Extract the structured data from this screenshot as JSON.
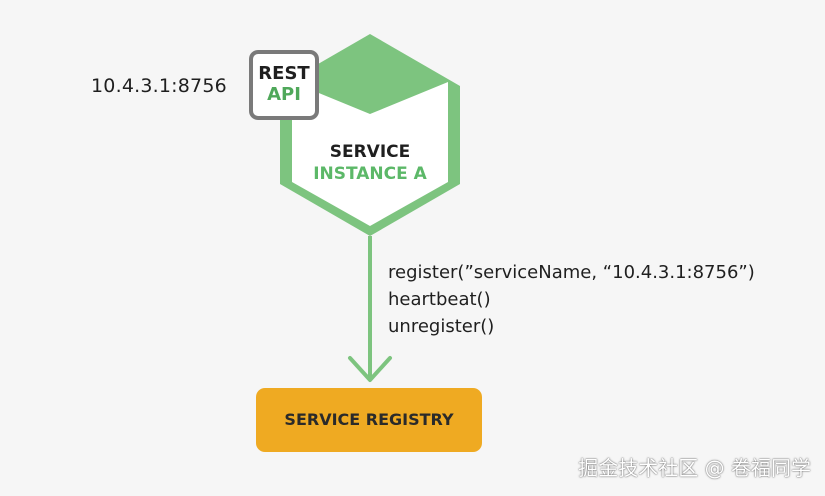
{
  "ip_label": "10.4.3.1:8756",
  "rest_api": {
    "line1": "REST",
    "line2": "API"
  },
  "service_instance": {
    "line1": "SERVICE",
    "line2": "INSTANCE A"
  },
  "calls": [
    "register(”serviceName, “10.4.3.1:8756”)",
    "heartbeat()",
    "unregister()"
  ],
  "registry_label": "SERVICE REGISTRY",
  "watermark": "掘金技术社区 @ 卷福同学",
  "colors": {
    "hex_fill": "#7dc47f",
    "hex_light": "#ffffff",
    "arrow": "#7dc47f",
    "registry": "#efaa22",
    "rest_border": "#7a7a7a"
  }
}
